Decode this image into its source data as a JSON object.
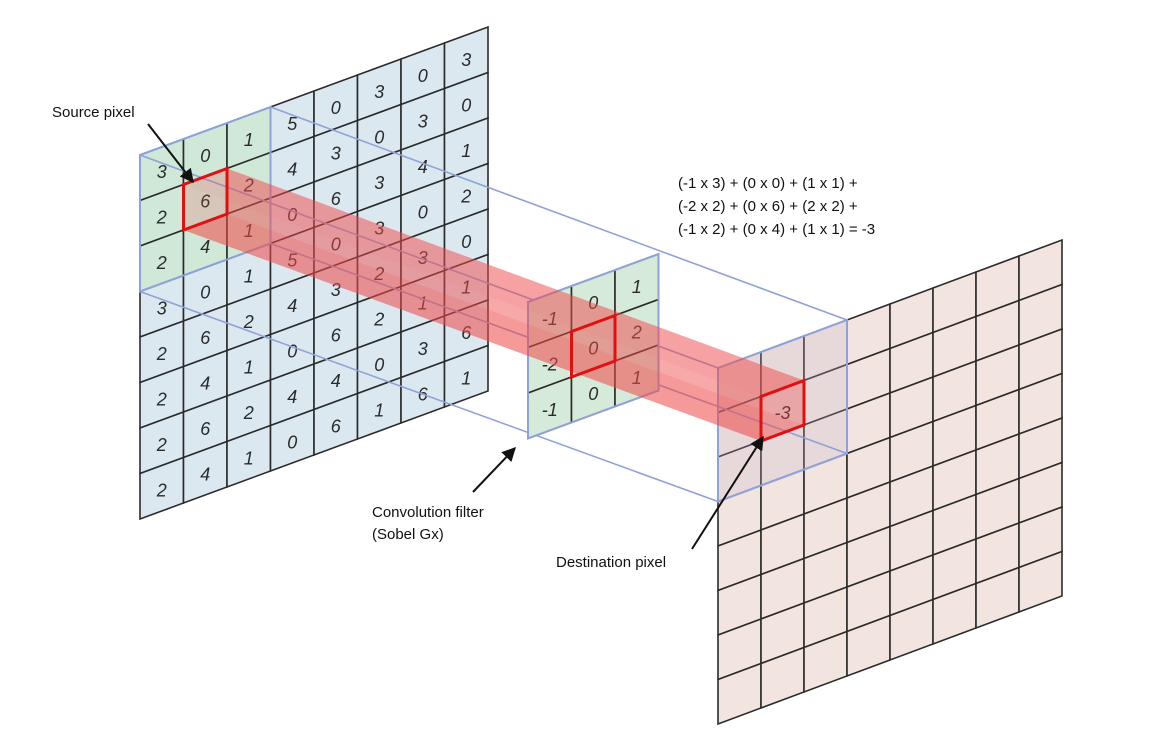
{
  "diagram": {
    "source_grid": [
      [
        "3",
        "0",
        "1",
        "5",
        "0",
        "3",
        "0",
        "3"
      ],
      [
        "2",
        "6",
        "2",
        "4",
        "3",
        "0",
        "3",
        "0"
      ],
      [
        "2",
        "4",
        "1",
        "0",
        "6",
        "3",
        "4",
        "1"
      ],
      [
        "3",
        "0",
        "1",
        "5",
        "0",
        "3",
        "0",
        "2"
      ],
      [
        "2",
        "6",
        "2",
        "4",
        "3",
        "2",
        "3",
        "0"
      ],
      [
        "2",
        "4",
        "1",
        "0",
        "6",
        "2",
        "1",
        "1"
      ],
      [
        "2",
        "6",
        "2",
        "4",
        "4",
        "0",
        "3",
        "6"
      ],
      [
        "2",
        "4",
        "1",
        "0",
        "6",
        "1",
        "6",
        "1"
      ]
    ],
    "filter_grid": [
      [
        "-1",
        "0",
        "1"
      ],
      [
        "-2",
        "0",
        "2"
      ],
      [
        "-1",
        "0",
        "1"
      ]
    ],
    "destination_value": "-3",
    "formula_lines": [
      "(-1 x 3) + (0 x 0) + (1 x 1) +",
      "(-2 x 2) + (0 x 6) + (2 x 2) +",
      "(-1 x 2) + (0 x 4) + (1 x 1)  = -3"
    ],
    "labels": {
      "source": "Source pixel",
      "filter_line1": "Convolution filter",
      "filter_line2": "(Sobel Gx)",
      "destination": "Destination pixel"
    },
    "colors": {
      "source_fill": "#dbe8f0",
      "source_window_fill": "#cfe8d8",
      "filter_fill": "#d6ead9",
      "dest_fill": "#f2e4df",
      "highlight": "#e01010",
      "frustum_line": "#8fa2d8",
      "beam": "#ef4a4a"
    }
  }
}
